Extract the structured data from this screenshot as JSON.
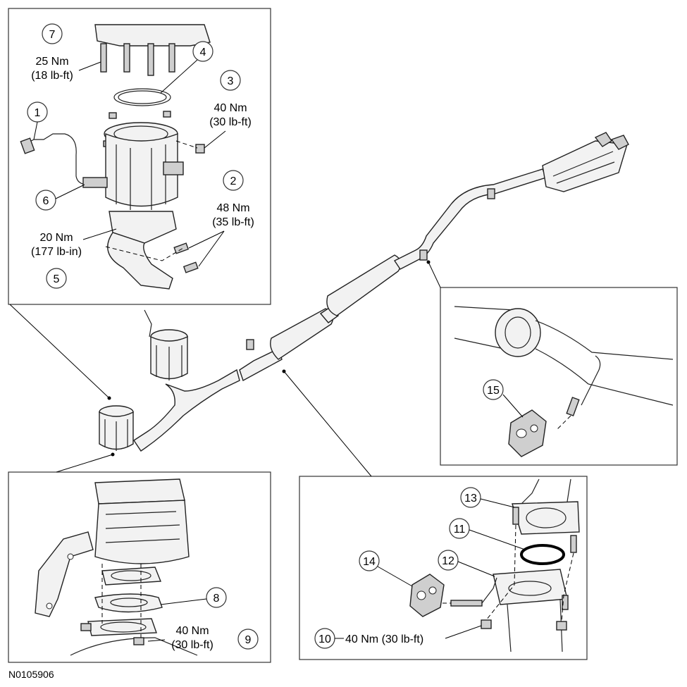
{
  "figure_id": "N0105906",
  "callouts": {
    "c1": "1",
    "c2": "2",
    "c3": "3",
    "c4": "4",
    "c5": "5",
    "c6": "6",
    "c7": "7",
    "c8": "8",
    "c9": "9",
    "c10": "10",
    "c11": "11",
    "c12": "12",
    "c13": "13",
    "c14": "14",
    "c15": "15"
  },
  "torques": {
    "t7_nm": "25 Nm",
    "t7_imp": "(18 lb-ft)",
    "t3_nm": "40 Nm",
    "t3_imp": "(30 lb-ft)",
    "t2_nm": "48 Nm",
    "t2_imp": "(35 lb-ft)",
    "t5_nm": "20 Nm",
    "t5_imp": "(177 lb-in)",
    "t9_nm": "40 Nm",
    "t9_imp": "(30 lb-ft)",
    "t10": "40 Nm (30 lb-ft)"
  }
}
